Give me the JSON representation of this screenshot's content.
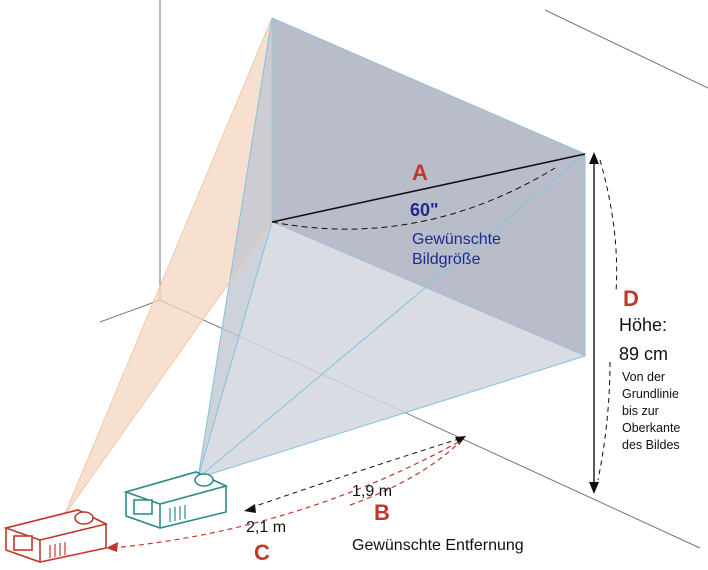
{
  "labels": {
    "a": {
      "letter": "A",
      "value": "60\"",
      "desc_line1": "Gewünschte",
      "desc_line2": "Bildgröße"
    },
    "b": {
      "letter": "B",
      "value": "1,9 m"
    },
    "c": {
      "letter": "C",
      "value": "2,1 m"
    },
    "distance_caption": "Gewünschte Entfernung",
    "d": {
      "letter": "D",
      "title": "Höhe:",
      "value": "89 cm",
      "desc_lines": [
        "Von der",
        "Grundlinie",
        "bis zur",
        "Oberkante",
        "des Bildes"
      ]
    }
  },
  "colors": {
    "accent_red": "#c0392b",
    "label_blue": "#1f2a8c",
    "screen_fill": "#c8ccd6",
    "beam_fill": "#f6dcc8",
    "projector_near": "#2f8b8b",
    "projector_far": "#c0392b"
  },
  "icons": {
    "near_projector": "projector-near-icon",
    "far_projector": "projector-far-icon"
  }
}
